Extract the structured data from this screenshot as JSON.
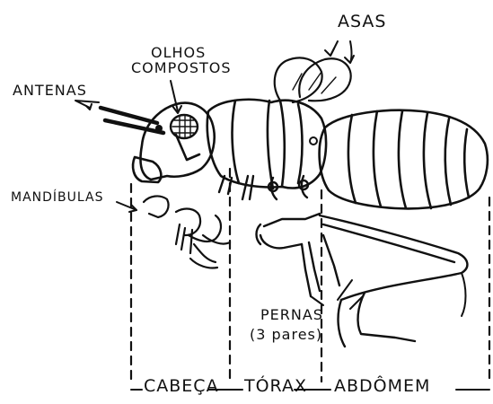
{
  "labels": {
    "antenas": "ANTENAS",
    "olhos_line1": "OLHOS",
    "olhos_line2": "COMPOSTOS",
    "asas": "ASAS",
    "mandibulas": "MANDÍBULAS",
    "pernas_line1": "PERNAS",
    "pernas_line2": "(3 pares)"
  },
  "segments": {
    "cabeca": "CABEÇA",
    "torax": "TÓRAX",
    "abdomem": "ABDÔMEM"
  },
  "colors": {
    "ink": "#111111",
    "paper": "#ffffff"
  }
}
